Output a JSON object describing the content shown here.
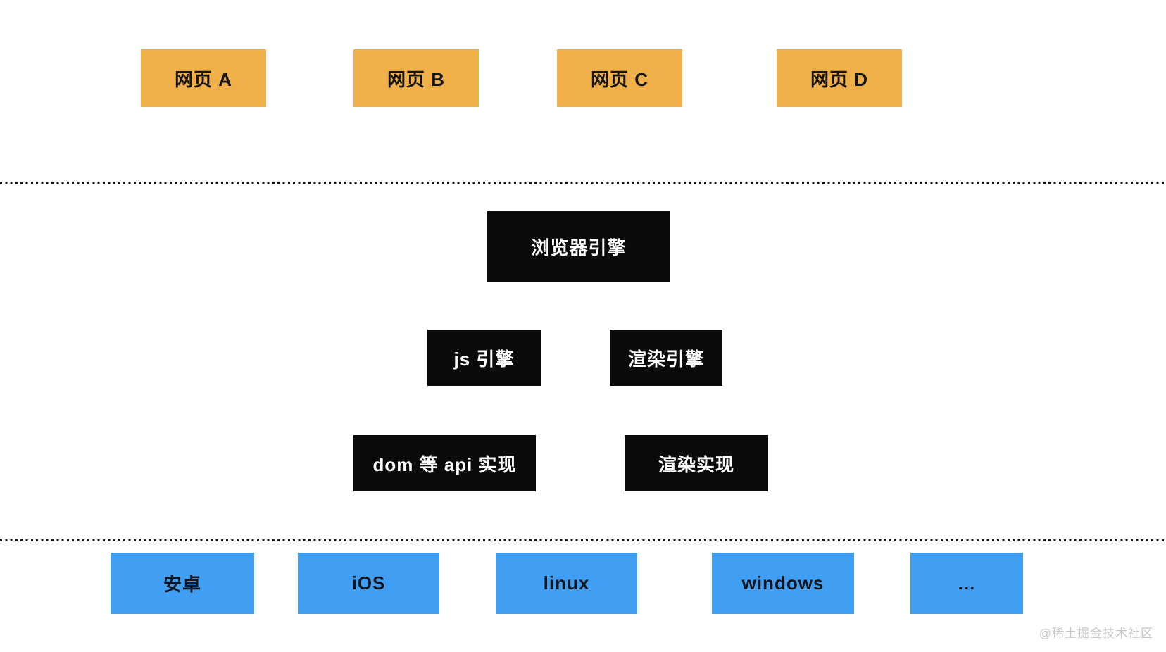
{
  "diagram": {
    "web_pages": [
      {
        "label": "网页 A"
      },
      {
        "label": "网页 B"
      },
      {
        "label": "网页 C"
      },
      {
        "label": "网页 D"
      }
    ],
    "browser_engine": {
      "label": "浏览器引擎"
    },
    "engines": [
      {
        "label": "js 引擎"
      },
      {
        "label": "渲染引擎"
      }
    ],
    "implementations": [
      {
        "label": "dom 等 api 实现"
      },
      {
        "label": "渲染实现"
      }
    ],
    "platforms": [
      {
        "label": "安卓"
      },
      {
        "label": "iOS"
      },
      {
        "label": "linux"
      },
      {
        "label": "windows"
      },
      {
        "label": "..."
      }
    ],
    "colors": {
      "web_page_box": "#efb04a",
      "engine_box": "#0b0b0b",
      "platform_box": "#409ff3",
      "dotted_line": "#161616",
      "watermark_text": "#c7c7c7"
    }
  },
  "watermark": {
    "text": "@稀土掘金技术社区"
  }
}
